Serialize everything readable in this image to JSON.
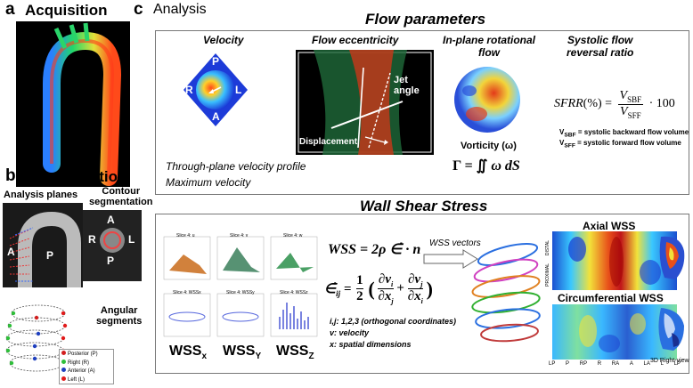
{
  "panel_a": {
    "letter": "a",
    "title": "Acquisition"
  },
  "panel_b": {
    "letter": "b",
    "title": "Segmentation",
    "planes_title": "Analysis planes",
    "contour_title": "Contour\nsegmentation",
    "angular_title": "Angular\nsegments",
    "planes_labels": [
      "A",
      "P"
    ],
    "contour_labels": [
      "A",
      "R",
      "L",
      "P"
    ],
    "legend": [
      {
        "label": "Posterior (P)",
        "color": "#d21f1f"
      },
      {
        "label": "Right (R)",
        "color": "#2fbf3a"
      },
      {
        "label": "Anterior (A)",
        "color": "#1e3fbf"
      },
      {
        "label": "Left (L)",
        "color": "#e11b1b"
      }
    ]
  },
  "panel_c": {
    "letter": "c",
    "title": "Analysis",
    "flow_header": "Flow parameters",
    "velocity": {
      "title": "Velocity",
      "labels": [
        "P",
        "R",
        "L",
        "A"
      ],
      "desc1": "Through-plane velocity profile",
      "desc2": "Maximum velocity"
    },
    "eccentricity": {
      "title": "Flow eccentricity",
      "jet": "Jet\nangle",
      "displacement": "Displacement"
    },
    "rotational": {
      "title": "In-plane rotational\nflow",
      "vorticity": "Vorticity (ω)"
    },
    "sfrr": {
      "title": "Systolic flow\nreversal ratio",
      "note1_sub": "SBF",
      "note1": " = systolic backward flow volume",
      "note2_sub": "SFF",
      "note2": " = systolic forward flow volume"
    },
    "wss_header": "Wall Shear Stress",
    "wss_vectors": "WSS vectors",
    "slice_titles": [
      "Slice 4: u",
      "Slice 4: v",
      "Slice 4: w",
      "Slice 4: WSSx",
      "Slice 4: WSSy",
      "Slice 4: WSSz"
    ],
    "wss_comps": [
      "x",
      "Y",
      "Z"
    ],
    "notes": [
      "i,j: 1,2,3 (orthogonal coordinates)",
      "v: velocity",
      "x: spatial dimensions"
    ],
    "axial_title": "Axial WSS",
    "circ_title": "Circumferential WSS",
    "distal": "DISTAL",
    "proximal": "PROXIMAL",
    "x_ticks": [
      "LP",
      "P",
      "RP",
      "R",
      "RA",
      "A",
      "LA",
      "L",
      "LP"
    ],
    "view_label": "3D Right-view"
  }
}
